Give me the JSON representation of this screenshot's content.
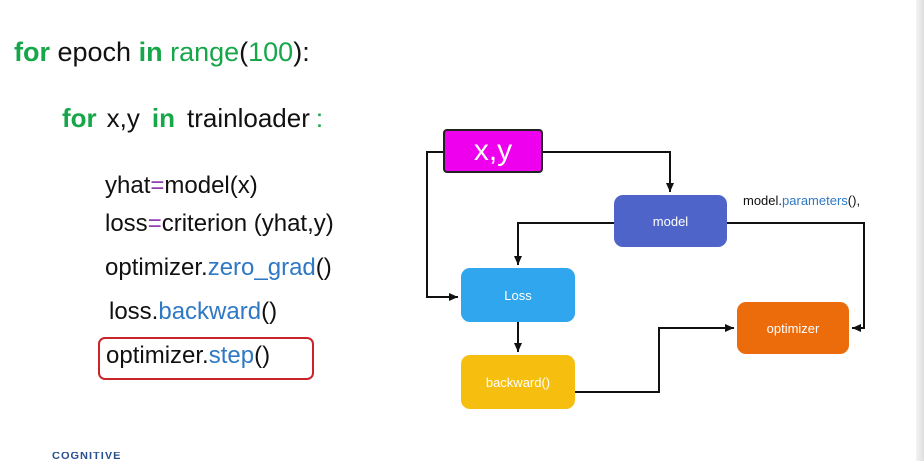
{
  "code": {
    "line1": {
      "kw_for": "for",
      "word_epoch": " epoch ",
      "kw_in": "in",
      "fn_range": " range",
      "paren_open": "(",
      "num": "100",
      "paren_close": "):"
    },
    "line2": {
      "kw_for": "for",
      "vars": "x,y",
      "kw_in": "in",
      "iter": "trainloader",
      "colon": ":"
    },
    "line3": {
      "lhs": "yhat",
      "eq": "=",
      "rhs": "model(x)"
    },
    "line4": {
      "lhs": "loss",
      "eq": "=",
      "rhs": "criterion (yhat,y)"
    },
    "line5": {
      "obj": "optimizer.",
      "method": "zero_grad",
      "call": "()"
    },
    "line6": {
      "obj": "loss.",
      "method": "backward",
      "call": "()"
    },
    "line7": {
      "obj": "optimizer.",
      "method": "step",
      "call": "()"
    }
  },
  "diagram": {
    "xy": "x,y",
    "model": "model",
    "loss": "Loss",
    "backward": "backward()",
    "optimizer": "optimizer",
    "params_prefix": "model.",
    "params_method": "parameters",
    "params_suffix": "(),"
  },
  "footer": {
    "logo_text": "COGNITIVE"
  },
  "colors": {
    "keyword_green": "#17a64a",
    "method_blue": "#2f78c4",
    "equals_purple": "#8e3fae",
    "highlight_red": "#c8252b",
    "xy_magenta": "#ee00ee",
    "model_blue": "#4e64c8",
    "loss_cyan": "#2fa6ee",
    "backward_yellow": "#f6bf0f",
    "optimizer_orange": "#ec6c0c"
  }
}
